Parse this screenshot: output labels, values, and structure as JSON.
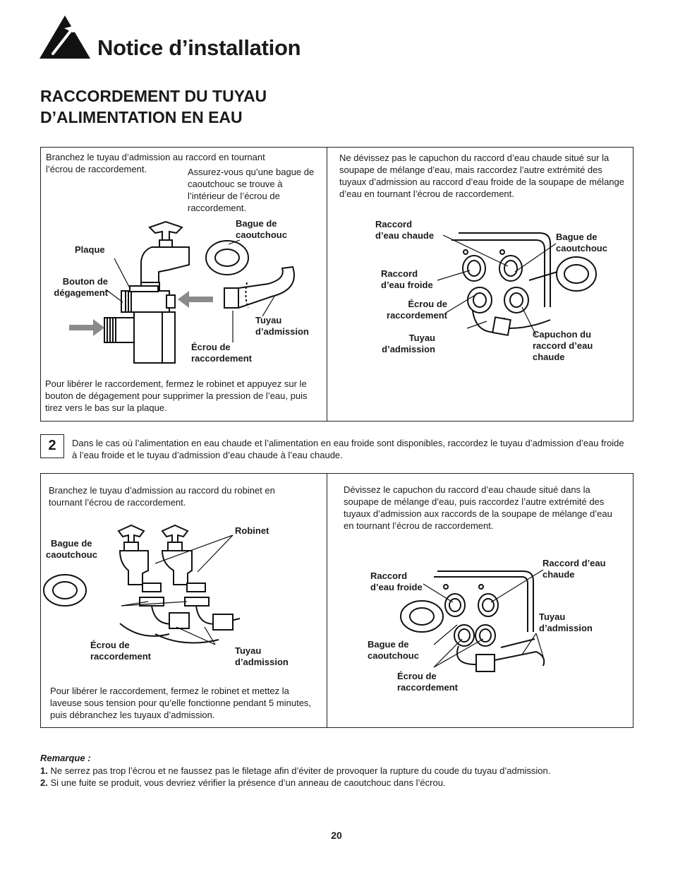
{
  "header": {
    "title": "Notice d’installation",
    "section_line1": "RACCORDEMENT DU TUYAU",
    "section_line2": "D’ALIMENTATION EN EAU",
    "logo_icon": "hammer-triangle-icon"
  },
  "panel1": {
    "left": {
      "intro": "Branchez le tuyau d’admission au raccord en tournant l’écrou de raccordement.",
      "note": "Assurez-vous qu’une bague de caoutchouc se trouve à l’intérieur de l’écrou de raccordement.",
      "labels": {
        "bague1": "Bague de",
        "bague2": "caoutchouc",
        "plaque": "Plaque",
        "bouton1": "Bouton de",
        "bouton2": "dégagement",
        "tuyau1": "Tuyau",
        "tuyau2": "d’admission",
        "ecrou1": "Écrou de",
        "ecrou2": "raccordement"
      },
      "footer": "Pour libérer le raccordement, fermez le robinet et appuyez sur le bouton de dégagement pour supprimer la pression de l’eau, puis tirez vers le bas sur la plaque."
    },
    "right": {
      "intro": "Ne dévissez pas le capuchon du raccord d’eau chaude situé sur la soupape de mélange d’eau, mais raccordez l’autre extrémité des tuyaux d’admission au raccord d’eau froide de la soupape de mélange d’eau en tournant l’écrou de raccordement.",
      "labels": {
        "chaude1": "Raccord",
        "chaude2": "d’eau chaude",
        "bague1": "Bague de",
        "bague2": "caoutchouc",
        "froide1": "Raccord",
        "froide2": "d’eau froide",
        "ecrou1": "Écrou de",
        "ecrou2": "raccordement",
        "tuyau1": "Tuyau",
        "tuyau2": "d’admission",
        "cap1": "Capuchon du",
        "cap2": "raccord d’eau",
        "cap3": "chaude"
      }
    }
  },
  "step2": {
    "number": "2",
    "text": "Dans le cas où l’alimentation en eau chaude et l’alimentation en eau froide sont disponibles, raccordez le tuyau d’admission d’eau froide à l’eau froide et le tuyau d’admission d’eau chaude à l’eau chaude."
  },
  "panel2": {
    "left": {
      "intro": "Branchez le tuyau d’admission au raccord du robinet en tournant l’écrou de raccordement.",
      "labels": {
        "robinet": "Robinet",
        "bague1": "Bague de",
        "bague2": "caoutchouc",
        "ecrou1": "Écrou de",
        "ecrou2": "raccordement",
        "tuyau1": "Tuyau",
        "tuyau2": "d’admission"
      },
      "footer": "Pour libérer le raccordement, fermez le robinet et mettez la laveuse sous tension pour qu’elle fonctionne pendant 5 minutes, puis débranchez les tuyaux d’admission."
    },
    "right": {
      "intro": "Dévissez le capuchon du raccord d’eau chaude situé dans la soupape de mélange d’eau, puis raccordez l’autre extrémité des tuyaux d’admission aux raccords de la soupape de mélange d’eau en tournant l’écrou de raccordement.",
      "labels": {
        "chaude1": "Raccord d’eau",
        "chaude2": "chaude",
        "froide1": "Raccord",
        "froide2": "d’eau froide",
        "tuyau1": "Tuyau",
        "tuyau2": "d’admission",
        "bague1": "Bague de",
        "bague2": "caoutchouc",
        "ecrou1": "Écrou de",
        "ecrou2": "raccordement"
      }
    }
  },
  "remarks": {
    "title": "Remarque :",
    "items": [
      {
        "num": "1.",
        "text": "Ne serrez pas trop l’écrou et ne faussez pas le filetage afin d’éviter de provoquer la rupture du coude du tuyau d’admission."
      },
      {
        "num": "2.",
        "text": "Si une fuite se produit, vous devriez vérifier la présence d’un anneau de caoutchouc dans l’écrou."
      }
    ]
  },
  "page_number": "20"
}
